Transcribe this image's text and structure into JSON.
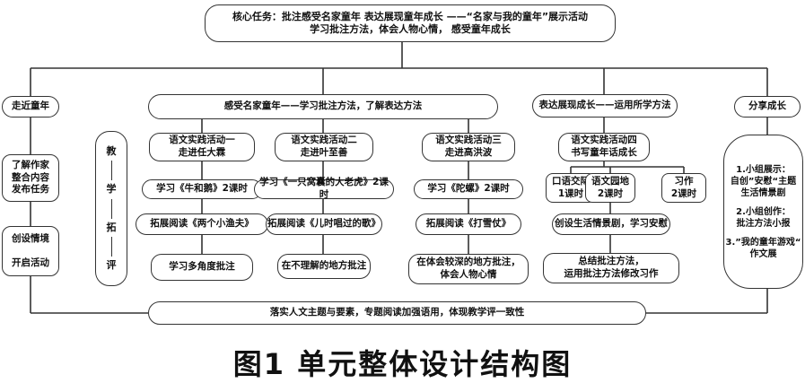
{
  "core": {
    "line1": "核心任务：批注感受名家童年 表达展现童年成长 ——“名家与我的童年”展示活动",
    "line2": "学习批注方法，体会人物心情， 感受童年成长"
  },
  "stages": {
    "approach": "走近童年",
    "feel": "感受名家童年——学习批注方法，了解表达方法",
    "express": "表达展现成长——运用所学方法",
    "share": "分享成长"
  },
  "left_col": {
    "box1": "了解作家\n整合内容\n发布任务",
    "box2": "创设情境\n\n开启活动"
  },
  "tle_chars": [
    "教",
    "学",
    "拓",
    "评"
  ],
  "activities": [
    {
      "title": "语文实践活动一\n走进任大霖",
      "read": "学习《牛和鹅》2课时",
      "extend": "拓展阅读《两个小渔夫》",
      "result": "学习多角度批注"
    },
    {
      "title": "语文实践活动二\n走进叶至善",
      "read": "学习《一只窝囊的大老虎》2课时",
      "extend": "拓展阅读《儿时唱过的歌》",
      "result": "在不理解的地方批注"
    },
    {
      "title": "语文实践活动三\n走进高洪波",
      "read": "学习《陀螺》2课时",
      "extend": "拓展阅读《打雪仗》",
      "result": "在体会较深的地方批注，\n体会人物心情"
    }
  ],
  "activity4": {
    "title": "语文实践活动四\n书写童年话成长",
    "sub1": "口语交际\n1课时",
    "sub2": "语文园地\n2课时",
    "sub3": "习作\n2课时",
    "scene": "创设生活情景剧，学习安慰",
    "summary": "总结批注方法，\n运用批注方法修改习作"
  },
  "share_box": {
    "item1": "1.小组展示：\n自创”安慰“主题\n生活情景剧",
    "item2": "2.小组创作：\n批注方法小报",
    "item3": "3.”我的童年游戏“\n作文展"
  },
  "bottom": "落实人文主题与要素，专题阅读加强语用，体现教学评一致性",
  "caption": "图1  单元整体设计结构图"
}
